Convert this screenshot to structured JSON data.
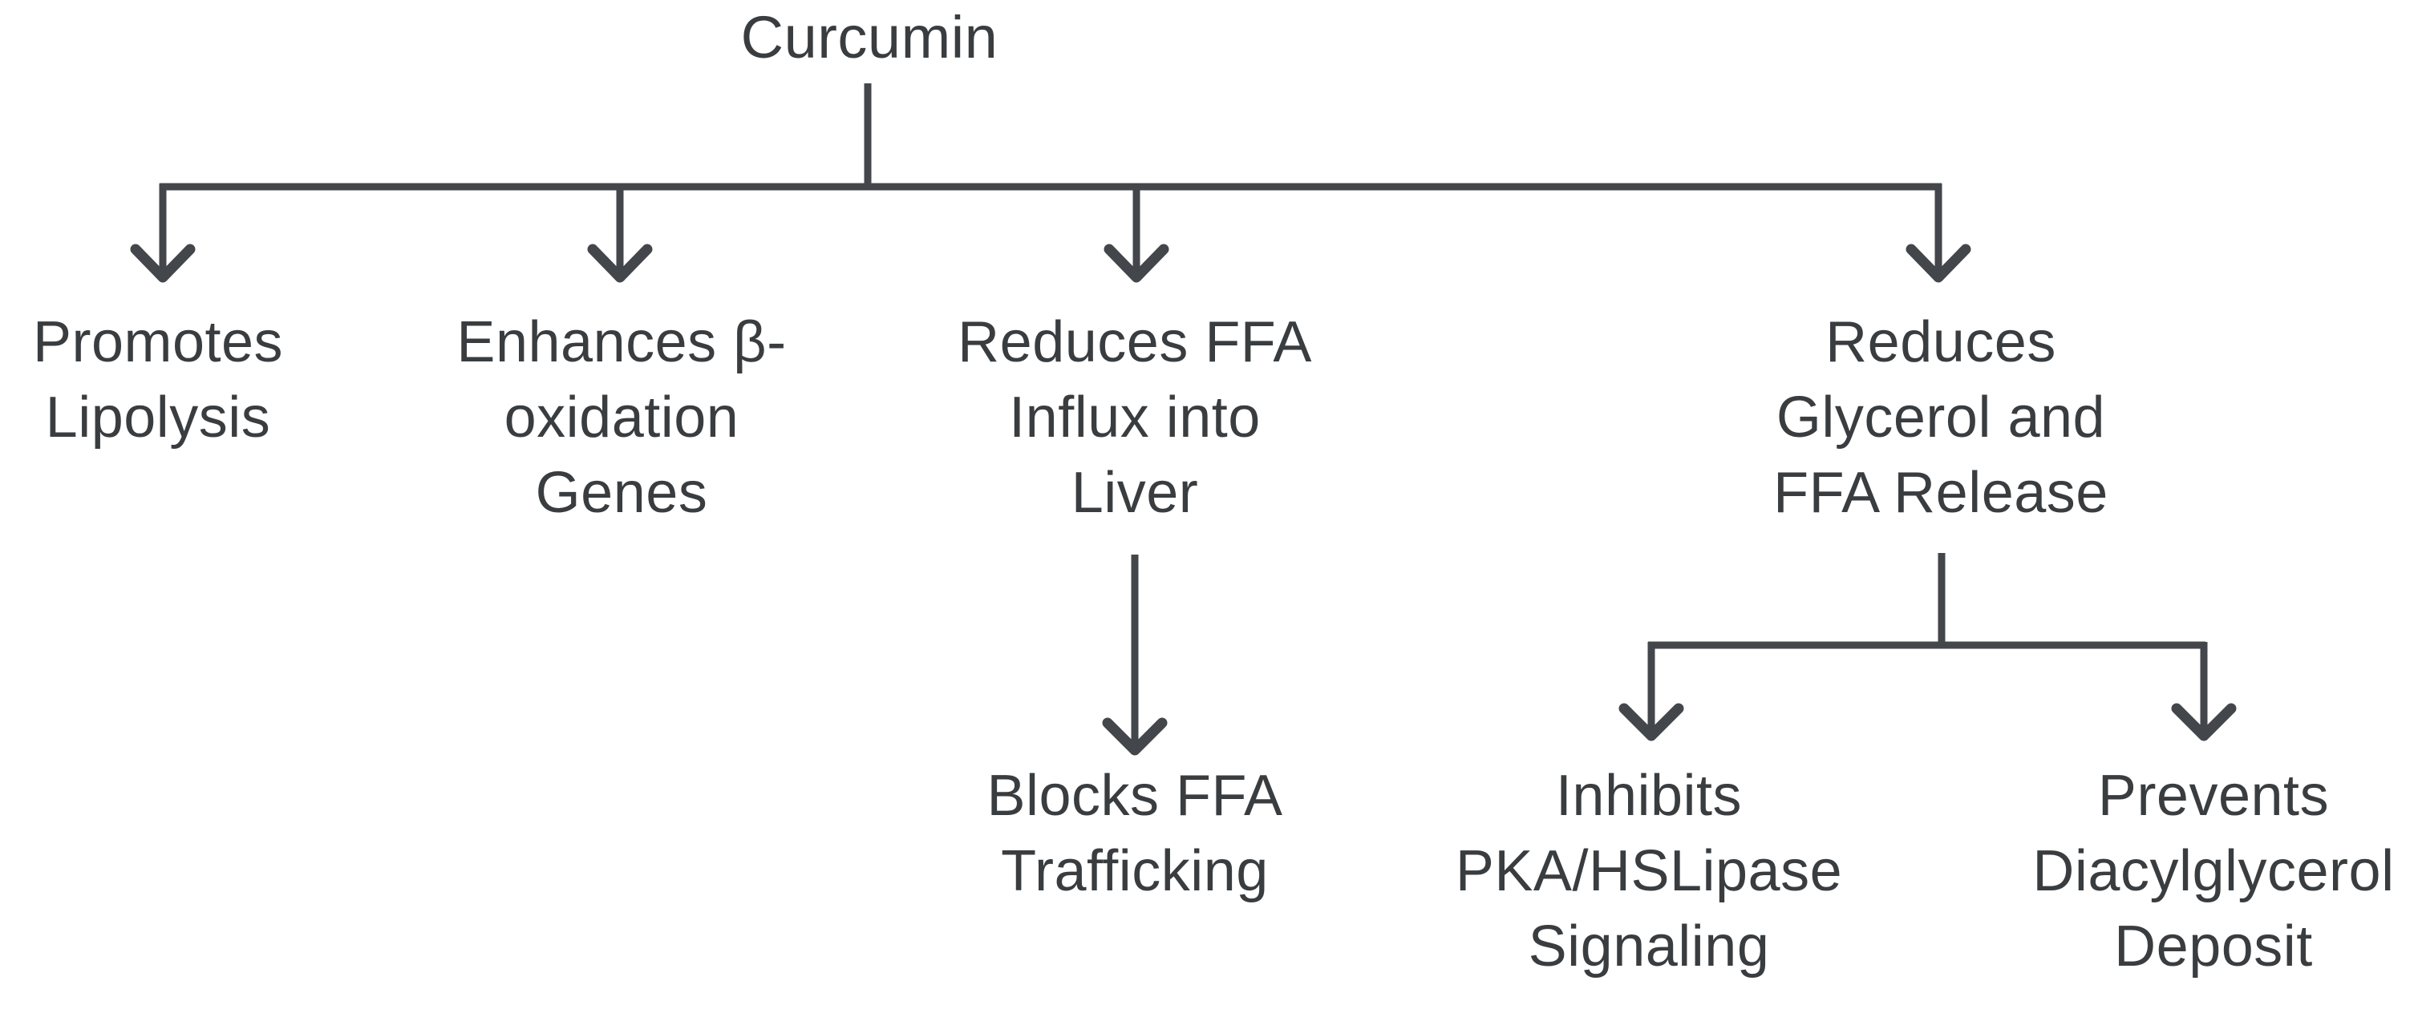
{
  "diagram": {
    "type": "flowchart-tree",
    "background_color": "#ffffff",
    "text_color": "#3a3d40",
    "line_color": "#43464a",
    "nodes": {
      "curcumin": {
        "label": "Curcumin"
      },
      "promotes_lipolysis": {
        "label": "Promotes\nLipolysis"
      },
      "enhances_beta_oxidation": {
        "label": "Enhances β-\noxidation\nGenes"
      },
      "reduces_ffa_influx": {
        "label": "Reduces FFA\nInflux into\nLiver"
      },
      "reduces_glycerol_ffa": {
        "label": "Reduces\nGlycerol and\nFFA Release"
      },
      "blocks_ffa_trafficking": {
        "label": "Blocks FFA\nTrafficking"
      },
      "inhibits_pka_hslipase": {
        "label": "Inhibits\nPKA/HSLipase\nSignaling"
      },
      "prevents_diacylglycerol": {
        "label": "Prevents\nDiacylglycerol\nDeposit"
      }
    },
    "edges": [
      {
        "from": "Curcumin",
        "to": "Promotes Lipolysis"
      },
      {
        "from": "Curcumin",
        "to": "Enhances β-oxidation Genes"
      },
      {
        "from": "Curcumin",
        "to": "Reduces FFA Influx into Liver"
      },
      {
        "from": "Curcumin",
        "to": "Reduces Glycerol and FFA Release"
      },
      {
        "from": "Reduces FFA Influx into Liver",
        "to": "Blocks FFA Trafficking"
      },
      {
        "from": "Reduces Glycerol and FFA Release",
        "to": "Inhibits PKA/HSLipase Signaling"
      },
      {
        "from": "Reduces Glycerol and FFA Release",
        "to": "Prevents Diacylglycerol Deposit"
      }
    ]
  }
}
